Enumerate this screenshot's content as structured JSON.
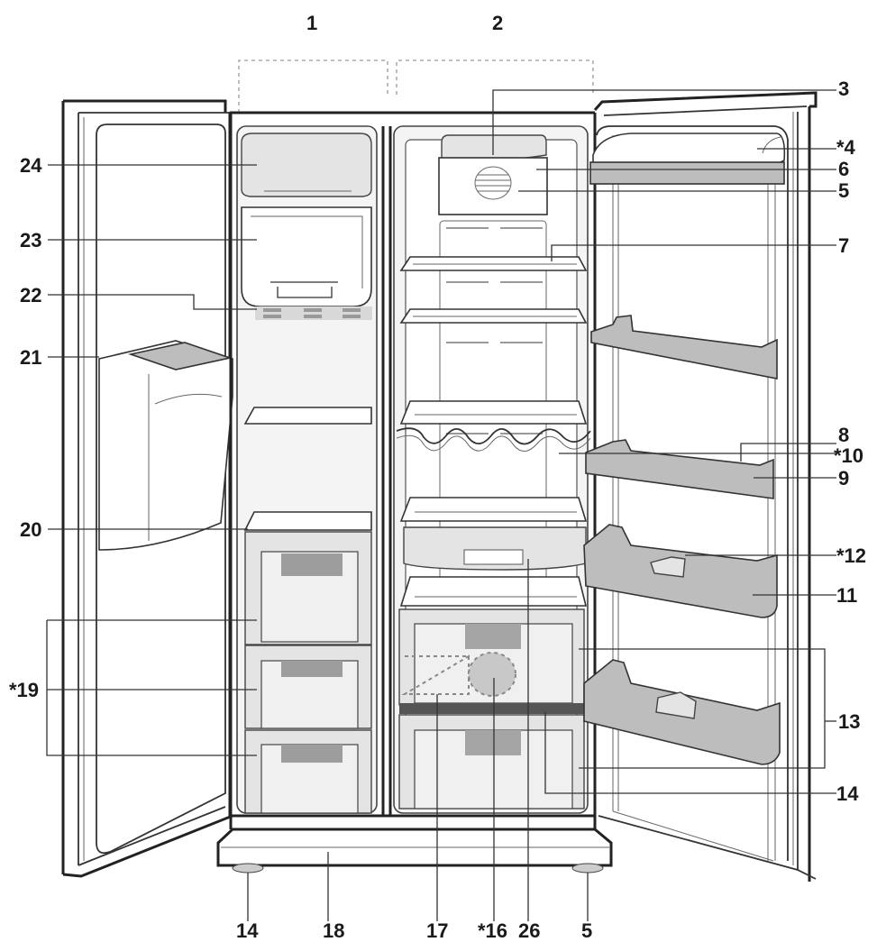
{
  "diagram": {
    "type": "appliance-parts-diagram",
    "subject": "Side-by-side refrigerator with doors open",
    "callouts": {
      "c1": "1",
      "c2": "2",
      "c3": "3",
      "c4": "*4",
      "c6": "6",
      "c5a": "5",
      "c7": "7",
      "c8": "8",
      "c10": "*10",
      "c9": "9",
      "c12": "*12",
      "c11": "11",
      "c13": "13",
      "c14a": "14",
      "c24": "24",
      "c23": "23",
      "c22": "22",
      "c21": "21",
      "c20": "20",
      "c19": "*19",
      "c14b": "14",
      "c18": "18",
      "c17": "17",
      "c16": "*16",
      "c26": "26",
      "c5b": "5"
    },
    "sections": {
      "freezer": "1",
      "fridge": "2"
    },
    "colors": {
      "line": "#222222",
      "door_bins": "#bdbdbd",
      "drawers": "#e4e4e4",
      "background": "#ffffff"
    }
  }
}
